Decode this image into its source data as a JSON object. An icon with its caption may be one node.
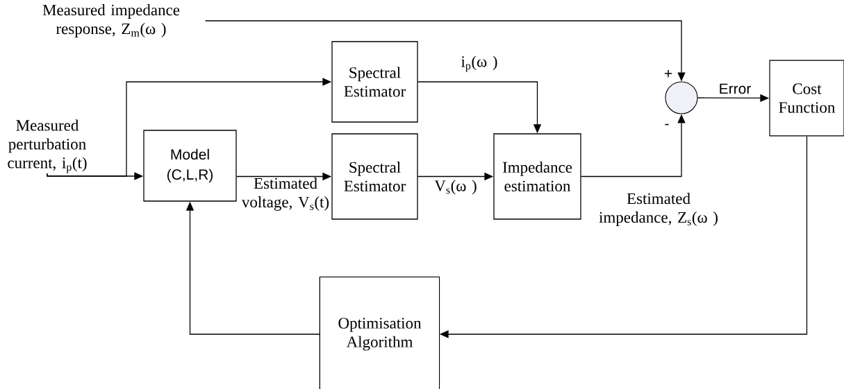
{
  "diagram": {
    "nodes": [
      {
        "text": [
          "Measured impedance response,  Z$_{m}$(ω )"
        ]
      },
      {
        "text": [
          "Measured perturbation current, i$_{p}$(t)"
        ]
      },
      {
        "text": [
          "Model (C,L,R)"
        ]
      },
      {
        "text": [
          "Spectral Estimator"
        ]
      },
      {
        "text": [
          "Spectral Estimator"
        ]
      },
      {
        "text": [
          "Impedance estimation"
        ]
      },
      {
        "text": [],
        "shape": "circle"
      },
      {
        "text": [
          "Cost Function"
        ]
      },
      {
        "text": [
          "Optimisation Algorithm"
        ]
      }
    ],
    "edges": [
      {
        "from": 0,
        "to": 6,
        "arrow": "to"
      },
      {
        "from": 1,
        "to": 2,
        "arrow": "to"
      },
      {
        "from": 1,
        "to": 3,
        "arrow": "to"
      },
      {
        "from": 2,
        "to": 4,
        "arrow": "to",
        "label": "Estimated voltage, V$_{s}$(t)"
      },
      {
        "from": 3,
        "to": 5,
        "arrow": "to",
        "label": "i$_{p}$(ω )"
      },
      {
        "from": 4,
        "to": 5,
        "arrow": "to",
        "label": "V$_{s}$(ω )"
      },
      {
        "from": 5,
        "to": 6,
        "arrow": "to",
        "label": "Estimated impedance, Z$_{s}$(ω )"
      },
      {
        "from": 6,
        "to": 7,
        "arrow": "to",
        "label": "Error"
      },
      {
        "from": 7,
        "to": 8,
        "arrow": "to"
      },
      {
        "from": 8,
        "to": 2,
        "arrow": "to"
      }
    ],
    "labels": [
      "+",
      "-"
    ]
  }
}
